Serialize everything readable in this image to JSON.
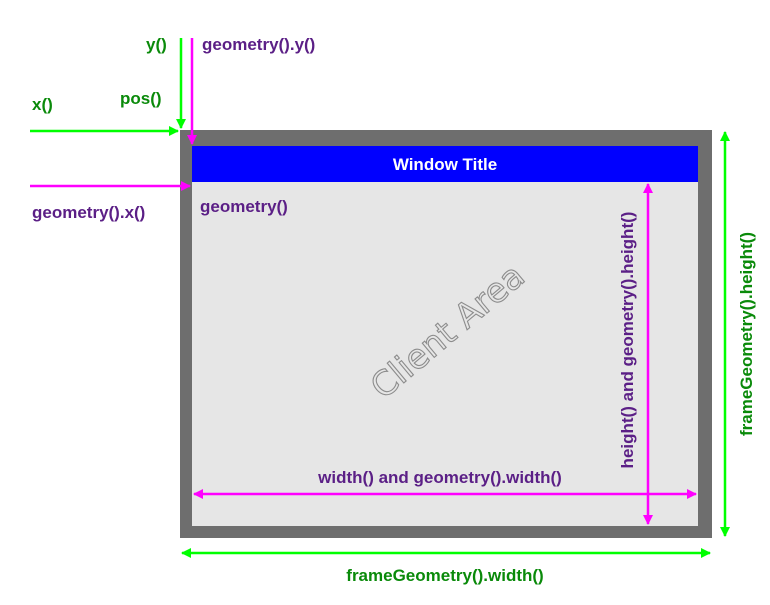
{
  "window": {
    "title": "Window Title",
    "client_area": "Client Area"
  },
  "labels": {
    "x": "x()",
    "y": "y()",
    "pos": "pos()",
    "geometry_y": "geometry().y()",
    "geometry_x": "geometry().x()",
    "geometry": "geometry()",
    "width": "width() and geometry().width()",
    "height": "height() and geometry().height()",
    "frame_width": "frameGeometry().width()",
    "frame_height": "frameGeometry().height()"
  },
  "colors": {
    "frame_green": "#00ff00",
    "geometry_magenta": "#ff00ff",
    "title_bar": "#0000ff",
    "frame_border": "#6e6e6e",
    "client_bg": "#e6e6e6",
    "label_green": "#0a8a0a",
    "label_purple": "#5b1f86"
  }
}
